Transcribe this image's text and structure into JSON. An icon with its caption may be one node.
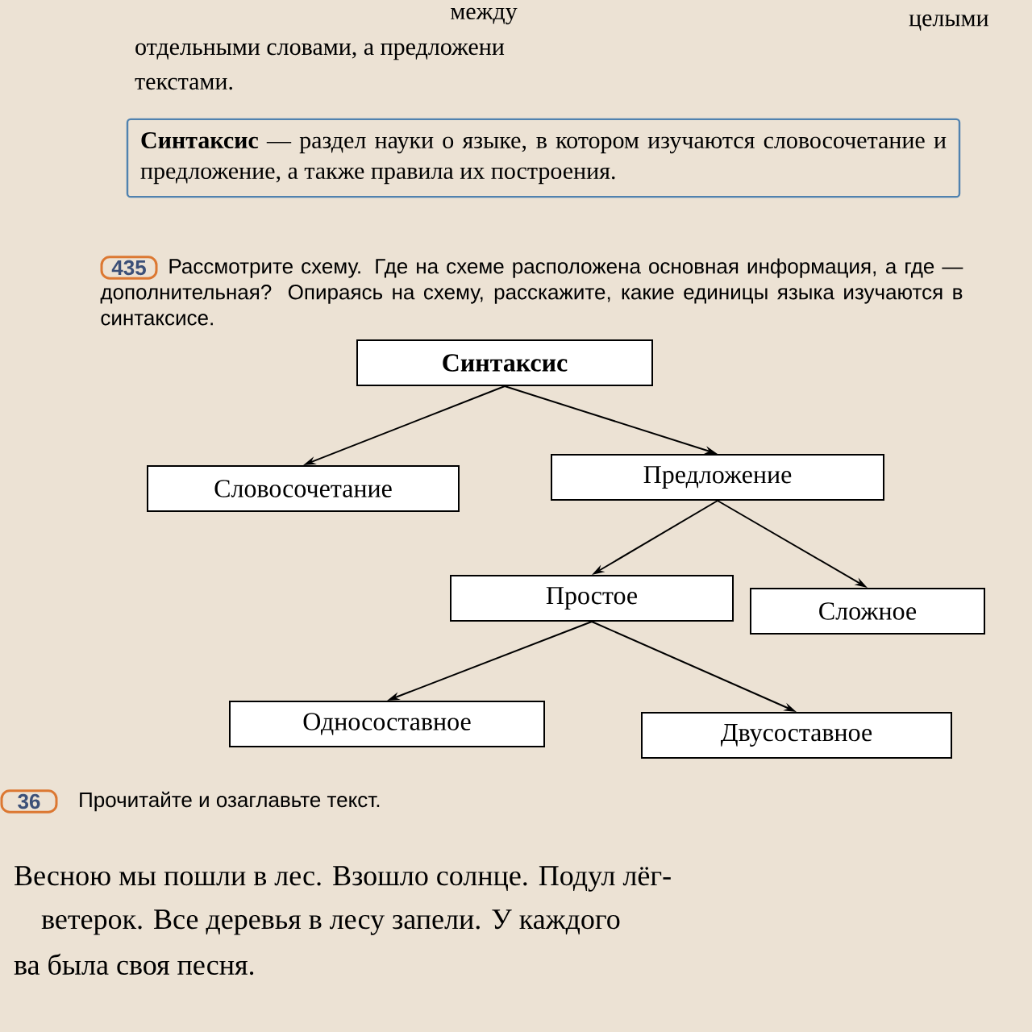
{
  "diagram": {
    "nodes": [
      {
        "text": [
          "**Синтаксис** — раздел науки о языке, в котором изучаются словосочетание и предложение, а также правила их построения."
        ]
      },
      {
        "text": [
          "435"
        ]
      },
      {
        "text": [
          "Синтаксис"
        ]
      },
      {
        "text": [
          "Словосочетание"
        ]
      },
      {
        "text": [
          "Предложение"
        ]
      },
      {
        "text": [
          "Простое"
        ]
      },
      {
        "text": [
          "Сложное"
        ]
      },
      {
        "text": [
          "Односоставное"
        ]
      },
      {
        "text": [
          "Двусоставное"
        ]
      },
      {
        "text": [
          "36"
        ]
      }
    ],
    "edges": [
      {
        "from": 2,
        "to": 3,
        "arrow": "to"
      },
      {
        "from": 2,
        "to": 4,
        "arrow": "to"
      },
      {
        "from": 4,
        "to": 5,
        "arrow": "to"
      },
      {
        "from": 4,
        "to": 6,
        "arrow": "to"
      },
      {
        "from": 5,
        "to": 7,
        "arrow": "to"
      },
      {
        "from": 5,
        "to": 8,
        "arrow": "to"
      }
    ],
    "labels": [
      "между",
      "целыми",
      "отдельными словами, а предложени",
      "текстами.",
      "Рассмотрите схему. Где на схеме расположена основная информация, а где — дополнительная? Опираясь на схему, расскажите, какие единицы языка изучаются в синтаксисе.",
      "Прочитайте и озаглавьте текст.",
      "Весною мы пошли в лес. Взошло солнце. Подул лёг-",
      "ветерок. Все деревья в лесу запели. У каждого",
      "ва была своя песня."
    ]
  }
}
